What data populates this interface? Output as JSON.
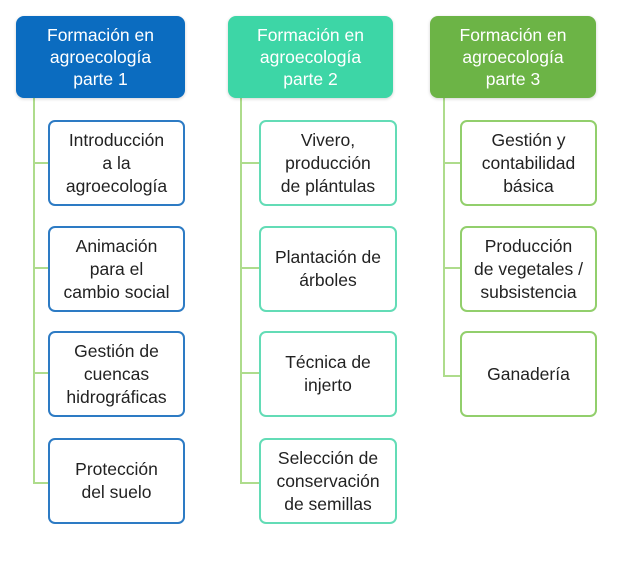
{
  "columns": [
    {
      "title": "Formación en\nagroecología\nparte 1",
      "color": "#0b6cc0",
      "line_color": "#aedc8c",
      "items": [
        "Introducción\na la\nagroecología",
        "Animación\npara el\ncambio social",
        "Gestión de\ncuencas\nhidrográficas",
        "Protección\ndel suelo"
      ]
    },
    {
      "title": "Formación en\nagroecología\nparte 2",
      "color": "#3dd6a6",
      "line_color": "#aedc8c",
      "items": [
        "Vivero,\nproducción\nde plántulas",
        "Plantación de\nárboles",
        "Técnica de\ninjerto",
        "Selección de\nconservación\nde semillas"
      ]
    },
    {
      "title": "Formación en\nagroecología\nparte 3",
      "color": "#6cb446",
      "line_color": "#aedc8c",
      "items": [
        "Gestión y\ncontabilidad\nbásica",
        "Producción\nde vegetales /\nsubsistencia",
        "Ganadería"
      ]
    }
  ]
}
